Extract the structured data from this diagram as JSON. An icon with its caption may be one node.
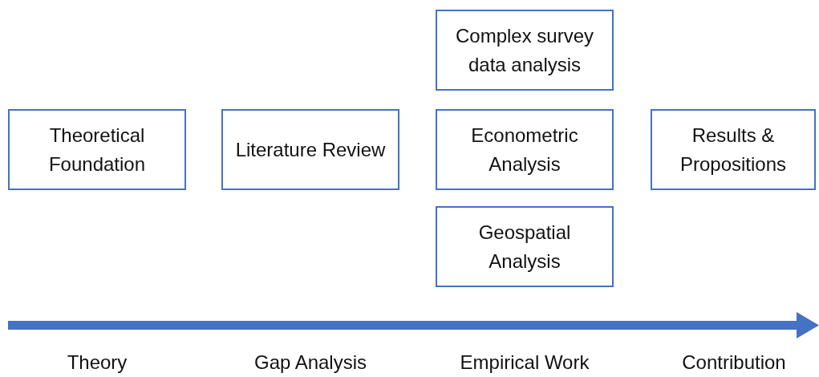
{
  "diagram": {
    "nodes": [
      {
        "text": [
          "Theoretical Foundation"
        ]
      },
      {
        "text": [
          "Literature Review"
        ]
      },
      {
        "text": [
          "Complex survey data analysis"
        ]
      },
      {
        "text": [
          "Econometric Analysis"
        ]
      },
      {
        "text": [
          "Geospatial Analysis"
        ]
      },
      {
        "text": [
          "Results & Propositions"
        ]
      }
    ],
    "labels": [
      "Theory",
      "Gap Analysis",
      "Empirical Work",
      "Contribution"
    ]
  }
}
